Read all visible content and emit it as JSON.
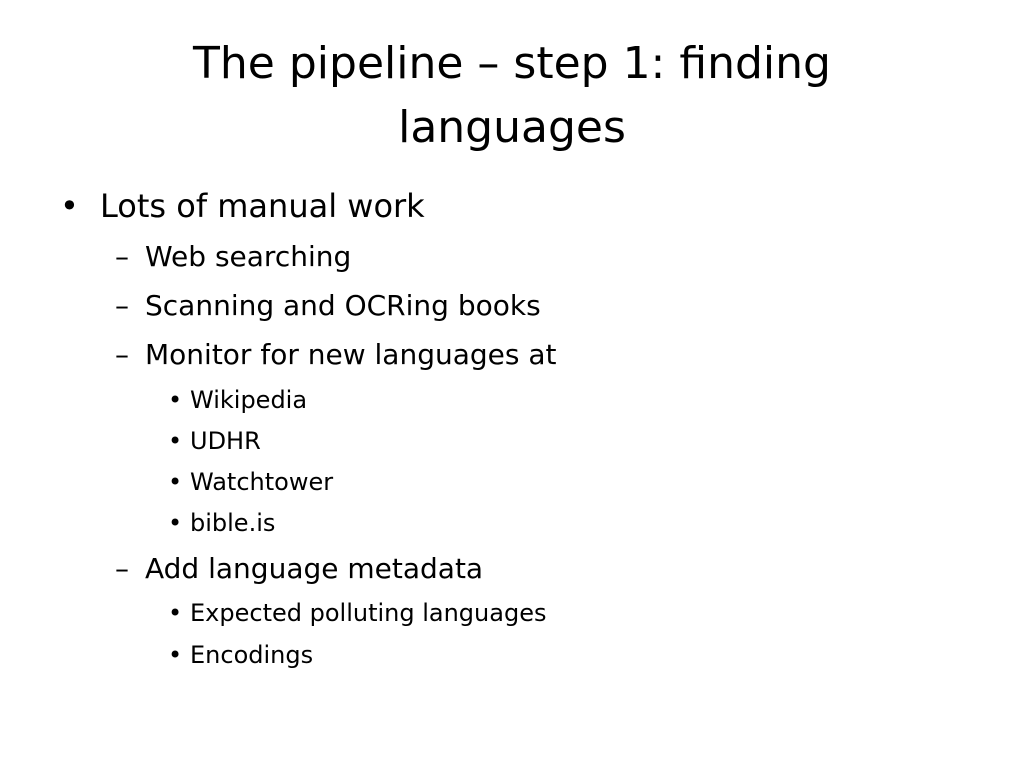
{
  "slide": {
    "title": "The pipeline – step 1: finding languages",
    "markers": {
      "bullet": "•",
      "dash": "–"
    },
    "items": [
      {
        "text": "Lots of manual work"
      },
      {
        "text": "Web searching"
      },
      {
        "text": "Scanning and OCRing books"
      },
      {
        "text": "Monitor for new languages at"
      },
      {
        "text": "Wikipedia"
      },
      {
        "text": "UDHR"
      },
      {
        "text": "Watchtower"
      },
      {
        "text": "bible.is"
      },
      {
        "text": "Add language metadata"
      },
      {
        "text": "Expected polluting languages"
      },
      {
        "text": "Encodings"
      }
    ]
  }
}
